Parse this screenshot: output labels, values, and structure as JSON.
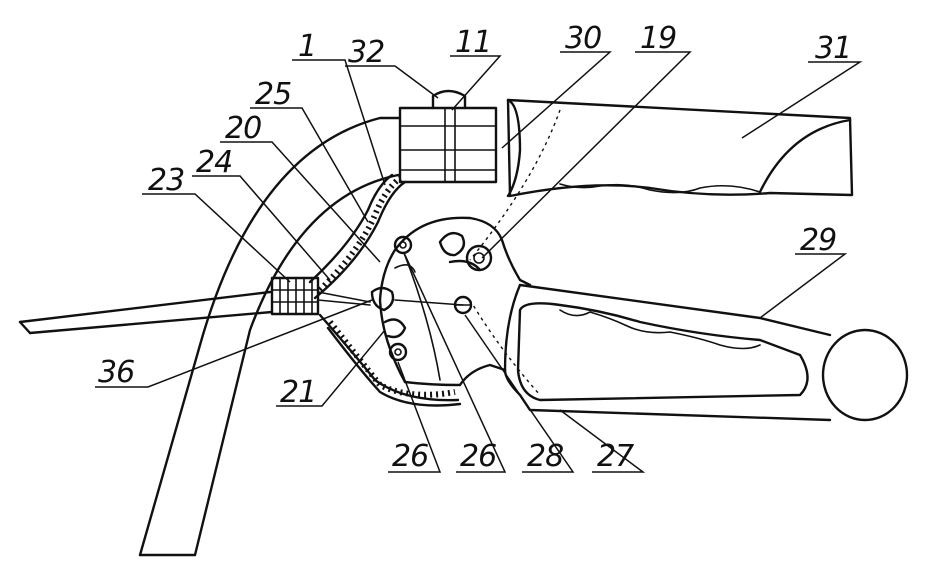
{
  "labels": {
    "l1": "1",
    "l32": "32",
    "l11": "11",
    "l30": "30",
    "l19": "19",
    "l31": "31",
    "l25": "25",
    "l20": "20",
    "l24": "24",
    "l23": "23",
    "l29": "29",
    "l36": "36",
    "l21": "21",
    "l26a": "26",
    "l26b": "26",
    "l28": "28",
    "l27": "27"
  }
}
